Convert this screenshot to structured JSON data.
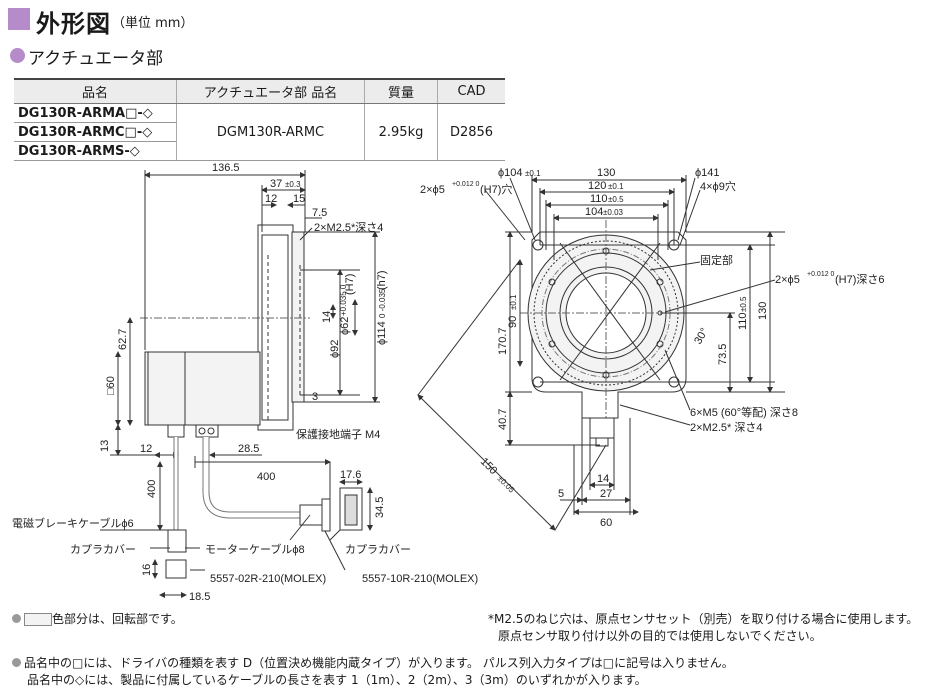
{
  "header": {
    "title": "外形図",
    "unit": "（単位 mm）"
  },
  "section": {
    "title": "アクチュエータ部"
  },
  "spec_table": {
    "headers": [
      "品名",
      "アクチュエータ部 品名",
      "質量",
      "CAD"
    ],
    "models": [
      "DG130R-ARMA□-◇",
      "DG130R-ARMC□-◇",
      "DG130R-ARMS-◇"
    ],
    "actuator": "DGM130R-ARMC",
    "mass": "2.95kg",
    "cad": "D2856"
  },
  "side_view": {
    "d136": "136.5",
    "d37": "37",
    "d37tol": "±0.3",
    "d12": "12",
    "d15": "15",
    "d7": "7.5",
    "m25": "2×M2.5*深さ4",
    "h7": "(H7)",
    "phi62": "ϕ62",
    "phi62tol": "+0.035 0",
    "phi92": "ϕ92",
    "phi114": "ϕ114",
    "phi114tol": "0 -0.035",
    "h7b": "(h7)",
    "d14": "14",
    "d627": "62.7",
    "d60": "□60",
    "d3": "3",
    "d13": "13",
    "d285": "28.5",
    "d12b": "12",
    "ground": "保護接地端子 M4"
  },
  "cable_view": {
    "d400a": "400",
    "d400b": "400",
    "d176": "17.6",
    "d345": "34.5",
    "d16": "16",
    "d185": "18.5",
    "brake_cable": "電磁ブレーキケーブルϕ6",
    "cover1": "カプラカバー",
    "cover2": "カプラカバー",
    "motor_cable": "モーターケーブルϕ8",
    "conn1": "5557-02R-210(MOLEX)",
    "conn2": "5557-10R-210(MOLEX)"
  },
  "front_view": {
    "phi104": "ϕ104",
    "phi104tol": "±0.1",
    "d130": "130",
    "phi141": "ϕ141",
    "pin_holes": "2×ϕ5",
    "pin_tol": "+0.012 0",
    "pin_h7": "(H7)穴",
    "holes": "4×ϕ9穴",
    "d120": "120",
    "d120tol": "±0.1",
    "d110": "110",
    "d110tol": "±0.5",
    "d104": "104",
    "d104tol": "±0.03",
    "fixed": "固定部",
    "pin_holes2": "2×ϕ5",
    "pin_tol2": "+0.012 0",
    "pin_depth2": "(H7)深さ6",
    "d907": "90",
    "d907tol": "±0.1",
    "d1707": "170.7",
    "d110v": "110",
    "d110vtol": "±0.5",
    "d130v": "130",
    "d30": "30°",
    "d735": "73.5",
    "d407": "40.7",
    "m5": "6×M5 (60°等配) 深さ8",
    "m25": "2×M2.5* 深さ4",
    "d150": "150",
    "d150tol": "±0.05",
    "d5": "5",
    "d14": "14",
    "d27": "27",
    "d60": "60"
  },
  "notes": {
    "rotate": "色部分は、回転部です。",
    "m25_note1": "*M2.5のねじ穴は、原点センサセット（別売）を取り付ける場合に使用します。",
    "m25_note2": "原点センサ取り付け以外の目的では使用しないでください。",
    "note3a": "品名中の□には、ドライバの種類を表す D（位置決め機能内蔵タイプ）が入ります。 パルス列入力タイプは□に記号は入りません。",
    "note3b": "品名中の◇には、製品に付属しているケーブルの長さを表す 1（1m）、2（2m）、3（3m）のいずれかが入ります。"
  },
  "colors": {
    "accent": "#b58bc9",
    "rotor": "#f3f3f3"
  }
}
